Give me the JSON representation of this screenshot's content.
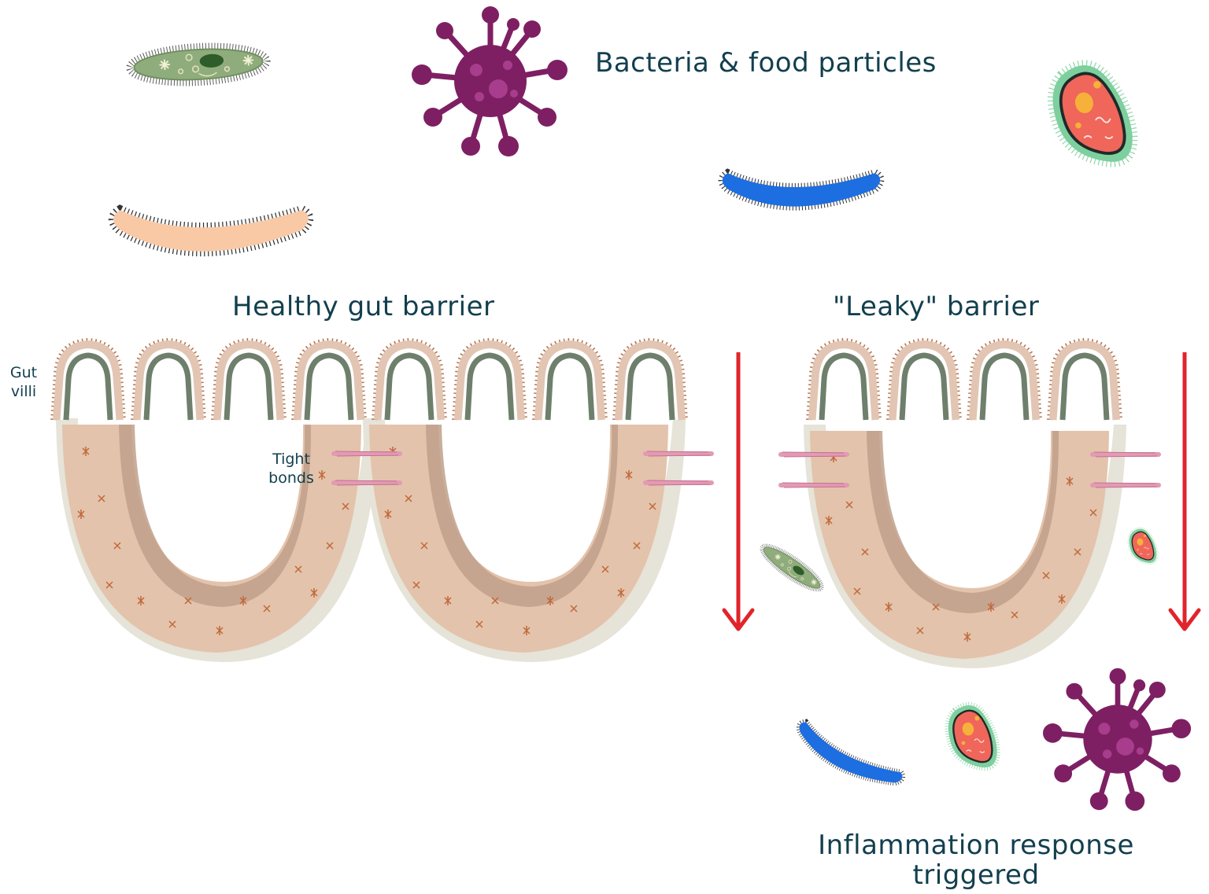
{
  "labels": {
    "bacteria": "Bacteria & food particles",
    "healthy": "Healthy gut barrier",
    "leaky": "\"Leaky\" barrier",
    "villi": "Gut\nvilli",
    "tight": "Tight\nbonds",
    "inflammation": "Inflammation response\ntriggered"
  },
  "colors": {
    "text": "#123f4e",
    "arrow": "#e0252b",
    "wall": "#e3c3ab",
    "wall_shadow": "#bfa08a",
    "wall_outer": "#e6e3d8",
    "villus_outer": "#e2c5b3",
    "villus_inner": "#6e7f6c",
    "villus_dots": "#b07a5c",
    "tight_bond": "#e39ab4",
    "virus": "#7e1f63",
    "paramecium": "#8fad7c",
    "bacillus_peach": "#f9c9a5",
    "bacillus_blue": "#1d6ee0",
    "amoeba_body": "#f0665a",
    "amoeba_rim": "#7ecf9e"
  },
  "icons": [
    "virus-icon",
    "paramecium-icon",
    "bacillus-icon",
    "amoeba-icon",
    "arrow-down-icon"
  ]
}
